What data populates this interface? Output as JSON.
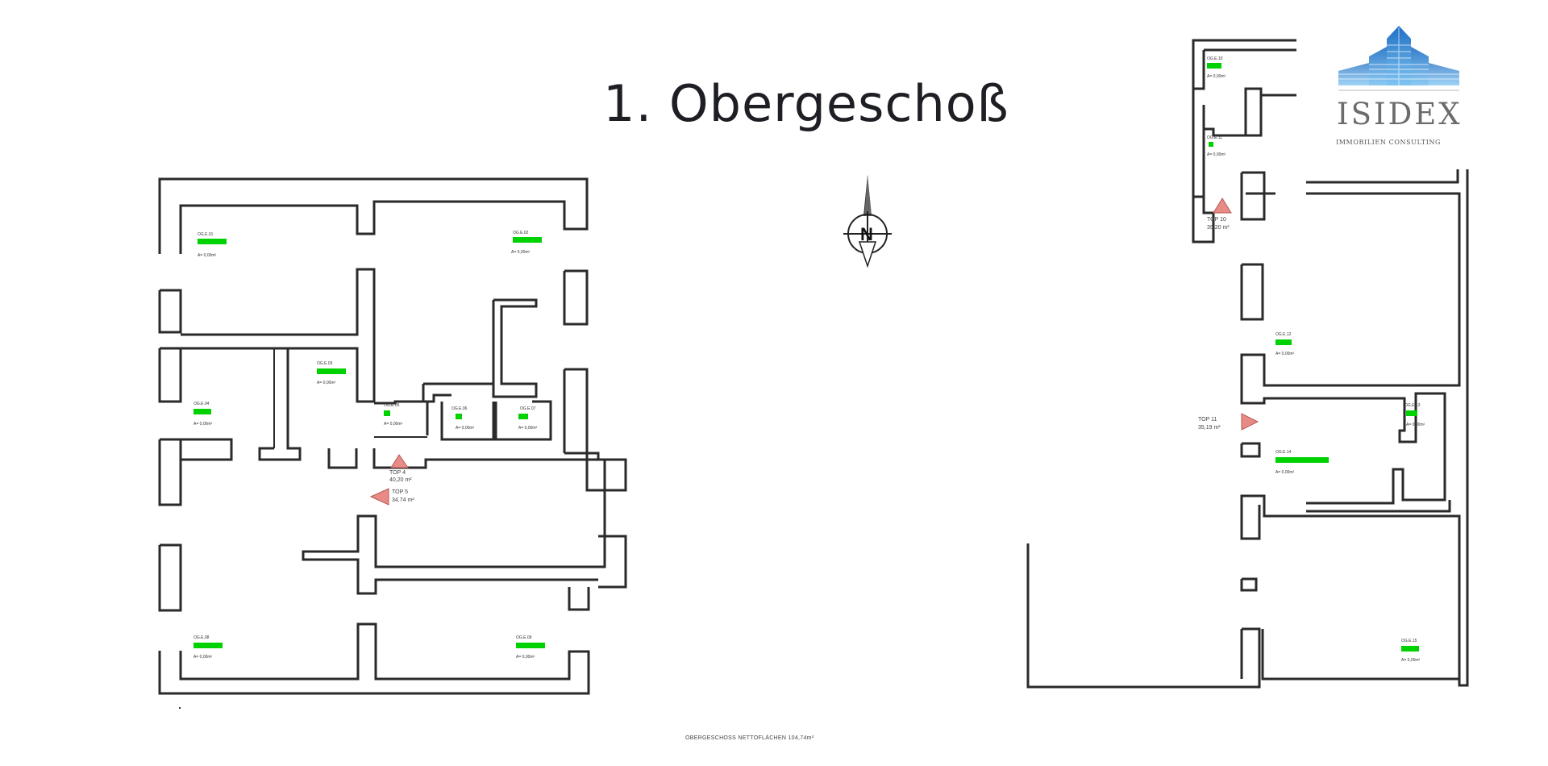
{
  "title": "1. Obergeschoß",
  "footer_note": "OBERGESCHOSS NETTOFLÄCHEN 104,74m²",
  "logo": {
    "name": "ISIDEX",
    "subtitle": "IMMOBILIEN CONSULTING",
    "icon": "building-logo-icon",
    "color": "#3a8fd8"
  },
  "compass": {
    "label": "N",
    "icon": "north-arrow-icon"
  },
  "colors": {
    "room_name": "#00d100",
    "unit_marker": "#e88a86",
    "walls": "#2a2a2a"
  },
  "units": [
    {
      "id": "top4",
      "name": "TOP 4",
      "area": "40,20 m²"
    },
    {
      "id": "top5",
      "name": "TOP 5",
      "area": "34,74 m²"
    },
    {
      "id": "top10",
      "name": "TOP 10",
      "area": "39,20 m²"
    },
    {
      "id": "top11",
      "name": "TOP 11",
      "area": "35,19 m²"
    }
  ]
}
